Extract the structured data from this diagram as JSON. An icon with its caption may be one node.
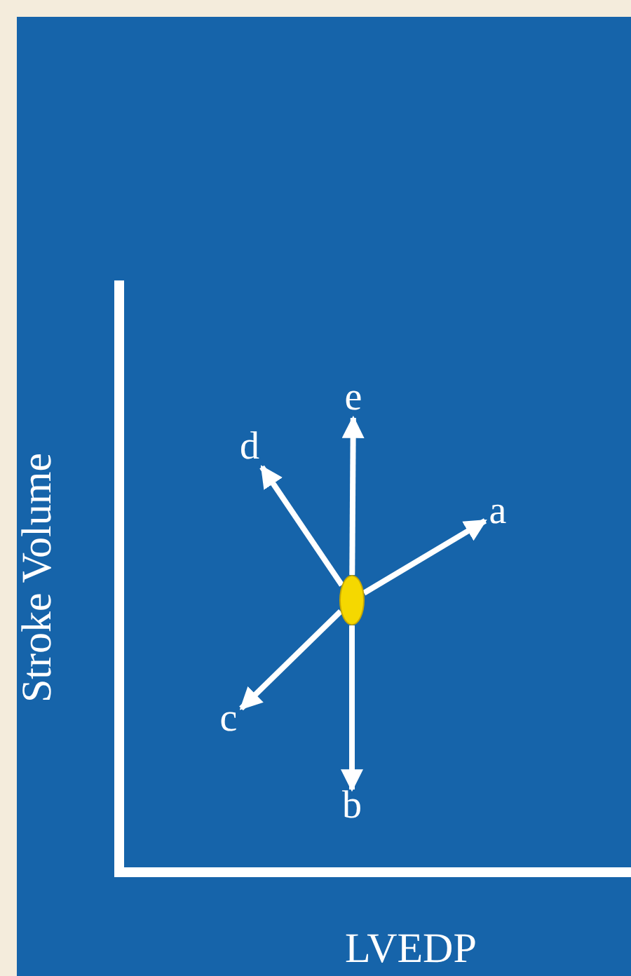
{
  "diagram": {
    "nodes": [
      {
        "text": [],
        "shape": "ellipse"
      },
      {
        "text": [
          "a"
        ]
      },
      {
        "text": [
          "b"
        ]
      },
      {
        "text": [
          "c"
        ]
      },
      {
        "text": [
          "d"
        ]
      },
      {
        "text": [
          "e"
        ]
      }
    ],
    "edges": [
      {
        "from": 0,
        "to": 1,
        "arrow": "to"
      },
      {
        "from": 0,
        "to": 2,
        "arrow": "to"
      },
      {
        "from": 0,
        "to": 3,
        "arrow": "to"
      },
      {
        "from": 0,
        "to": 4,
        "arrow": "to"
      },
      {
        "from": 0,
        "to": 5,
        "arrow": "to"
      }
    ],
    "labels": [
      "Stroke Volume",
      "LVEDP"
    ]
  }
}
